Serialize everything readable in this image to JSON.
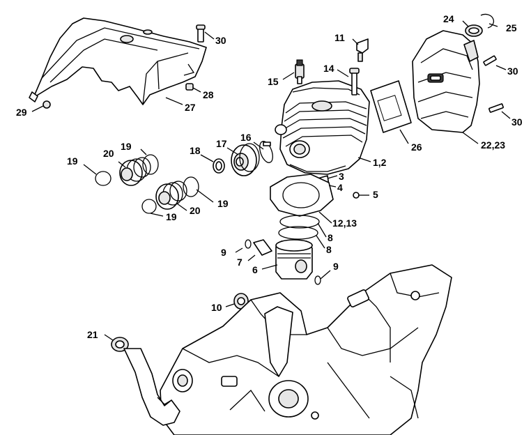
{
  "callouts": {
    "c30a": "30",
    "c28": "28",
    "c27": "27",
    "c29": "29",
    "c24": "24",
    "c25": "25",
    "c11": "11",
    "c14": "14",
    "c15": "15",
    "c30b": "30",
    "c30c": "30",
    "c26": "26",
    "c2223": "22,23",
    "c16": "16",
    "c17": "17",
    "c18": "18",
    "c12": "1,2",
    "c3": "3",
    "c4": "4",
    "c5": "5",
    "c1213": "12,13",
    "c8a": "8",
    "c8b": "8",
    "c9a": "9",
    "c7": "7",
    "c6": "6",
    "c9b": "9",
    "c10": "10",
    "c21": "21",
    "c19a": "19",
    "c20a": "20",
    "c19b": "19",
    "c19c": "19",
    "c20b": "20",
    "c19d": "19"
  }
}
